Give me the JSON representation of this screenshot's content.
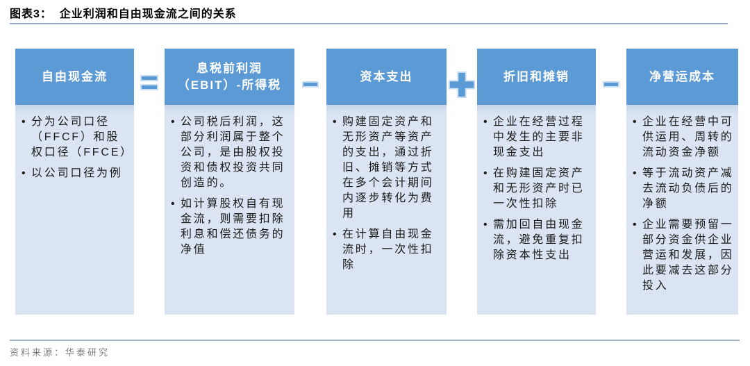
{
  "page": {
    "title": "图表3：  企业利润和自由现金流之间的关系",
    "source": "资料来源：华泰研究"
  },
  "colors": {
    "header_blue": "#5b9ad5",
    "body_light_blue": "#dbe4f2",
    "body_band_blue": "#c6d5eb",
    "operator_fill": "#5b9bd5",
    "operator_border": "#c9def2",
    "title_rule": "#94abcb",
    "footer_rule": "#9db0c7",
    "source_text": "#7f7f7f"
  },
  "diagram": {
    "boxes": [
      {
        "title": "自由现金流",
        "bullets": [
          "分为公司口径（FFCF）和股权口径（FFCE）",
          "以公司口径为例"
        ]
      },
      {
        "title": "息税前利润（EBIT）-所得税",
        "bullets": [
          "公司税后利润，这部分利润属于整个公司，是由股权投资和债权投资共同创造的。",
          "如计算股权自有现金流，则需要扣除利息和偿还债务的净值"
        ]
      },
      {
        "title": "资本支出",
        "bullets": [
          "购建固定资产和无形资产等资产的支出，通过折旧、摊销等方式在多个会计期间内逐步转化为费用",
          "在计算自由现金流时，一次性扣除"
        ]
      },
      {
        "title": "折旧和摊销",
        "bullets": [
          "企业在经营过程中发生的主要非现金支出",
          "在购建固定资产和无形资产时已一次性扣除",
          "需加回自由现金流，避免重复扣除资本性支出"
        ]
      },
      {
        "title": "净营运成本",
        "bullets": [
          "企业在经营中可供运用、周转的流动资金净额",
          "等于流动资产减去流动负债后的净额",
          "企业需要预留一部分资金供企业营运和发展，因此要减去这部分投入"
        ]
      }
    ],
    "operators": [
      {
        "symbol": "="
      },
      {
        "symbol": "−"
      },
      {
        "symbol": "+"
      },
      {
        "symbol": "−"
      }
    ]
  }
}
